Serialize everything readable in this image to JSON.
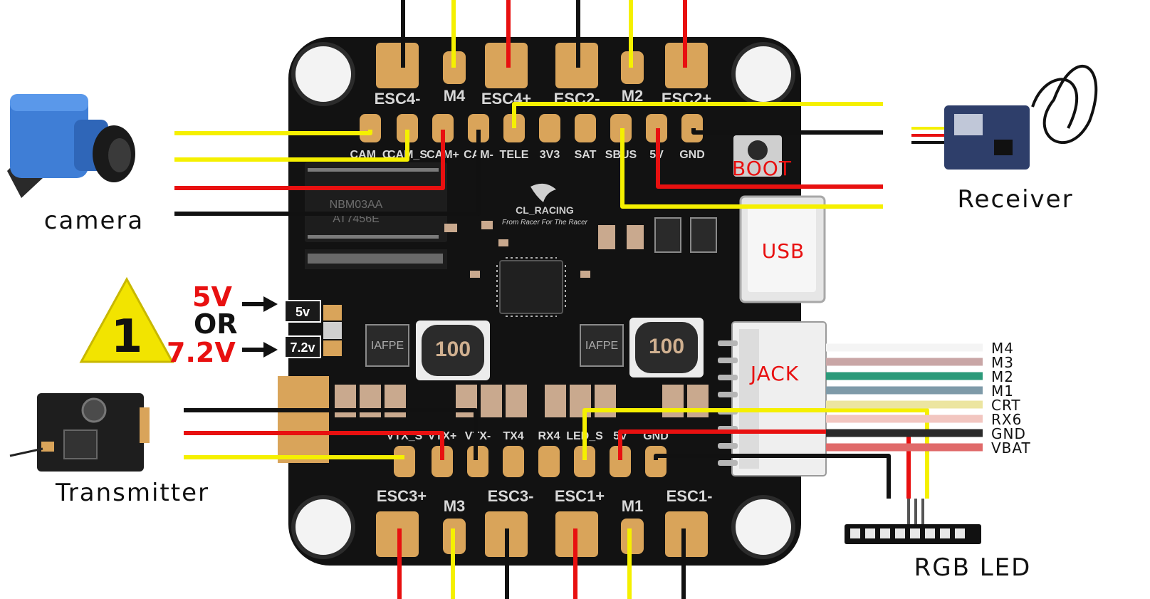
{
  "labels": {
    "camera": "camera",
    "receiver": "Receiver",
    "transmitter": "Transmitter",
    "rgb_led": "RGB LED",
    "usb": "USB",
    "boot": "BOOT",
    "jack": "JACK",
    "voltage_5v": "5V",
    "voltage_or": "OR",
    "voltage_72v": "7.2V",
    "jumper_5v": "5v",
    "jumper_72v": "7.2v",
    "warning_number": "1",
    "inductor_left": "100",
    "inductor_right": "100",
    "brand": "CL_RACING",
    "slogan": "From Racer For The Racer",
    "driver_chip_top": "NBM03AA",
    "driver_chip_bottom": "AT7456E",
    "mosfet_left": "IAFPE",
    "mosfet_right": "IAFPE"
  },
  "top_pads": [
    "ESC4-",
    "M4",
    "ESC4+",
    "ESC2-",
    "M2",
    "ESC2+"
  ],
  "upper_pin_row": [
    "CAM_C",
    "CAM_S",
    "CAM+",
    "CAM-",
    "TELE",
    "3V3",
    "SAT",
    "SBUS",
    "5V",
    "GND"
  ],
  "lower_pin_row": [
    "VTX_S",
    "VTX+",
    "VTX-",
    "TX4",
    "RX4",
    "LED_S",
    "5V",
    "GND"
  ],
  "bottom_pads": [
    "ESC3+",
    "M3",
    "ESC3-",
    "ESC1+",
    "M1",
    "ESC1-"
  ],
  "jack_pins": [
    "M4",
    "M3",
    "M2",
    "M1",
    "CRT",
    "RX6",
    "GND",
    "VBAT"
  ],
  "colors": {
    "wire_black": "#111111",
    "wire_red": "#e81010",
    "wire_yellow": "#f5f000",
    "pad_gold": "#d9a45a",
    "board": "#121212",
    "label_red": "#e81010"
  }
}
